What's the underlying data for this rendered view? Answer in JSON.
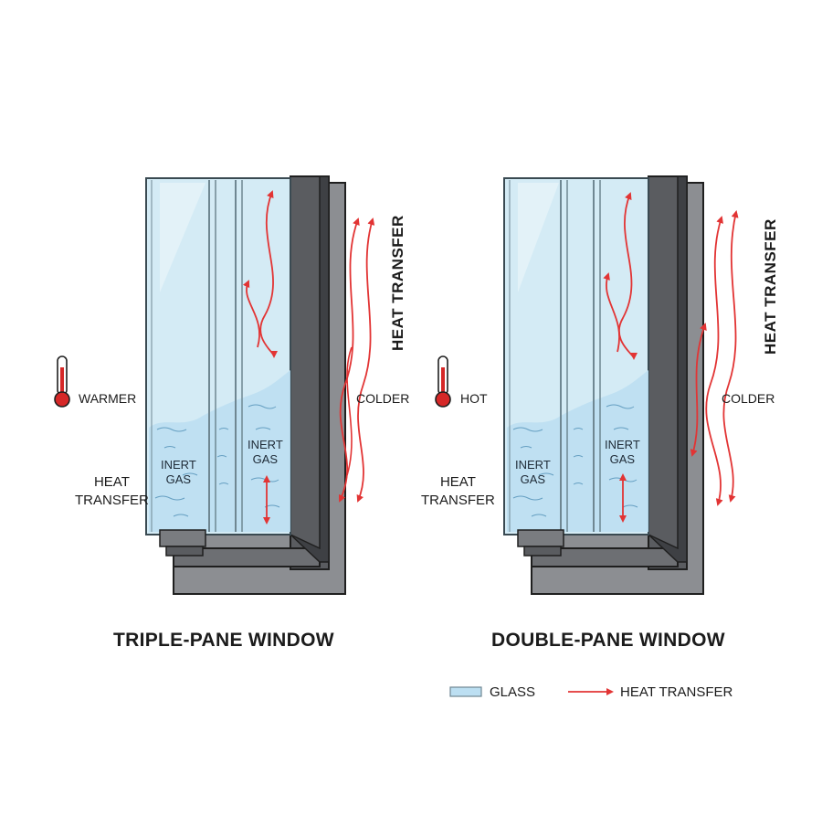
{
  "panels": [
    {
      "title": "TRIPLE-PANE WINDOW",
      "inside_label": "WARMER",
      "outside_label": "COLDER",
      "gas_label_1": "INERT\nGAS",
      "gas_label_2": "INERT\nGAS",
      "side_heat_label": "HEAT\nTRANSFER",
      "vertical_heat_label": "HEAT TRANSFER"
    },
    {
      "title": "DOUBLE-PANE WINDOW",
      "inside_label": "HOT",
      "outside_label": "COLDER",
      "gas_label_1": "INERT\nGAS",
      "gas_label_2": "INERT\nGAS",
      "side_heat_label": "HEAT\nTRANSFER",
      "vertical_heat_label": "HEAT TRANSFER"
    }
  ],
  "legend": {
    "glass_label": "GLASS",
    "heat_label": "HEAT TRANSFER"
  },
  "colors": {
    "glass": "#d4ebf5",
    "glass_edge": "#6f8792",
    "gas": "#bcdff2",
    "frame_dark": "#5a5c60",
    "frame_mid": "#8c8e92",
    "frame_light": "#a8aaae",
    "heat_arrow": "#e23434",
    "thermometer": "#d62828"
  }
}
